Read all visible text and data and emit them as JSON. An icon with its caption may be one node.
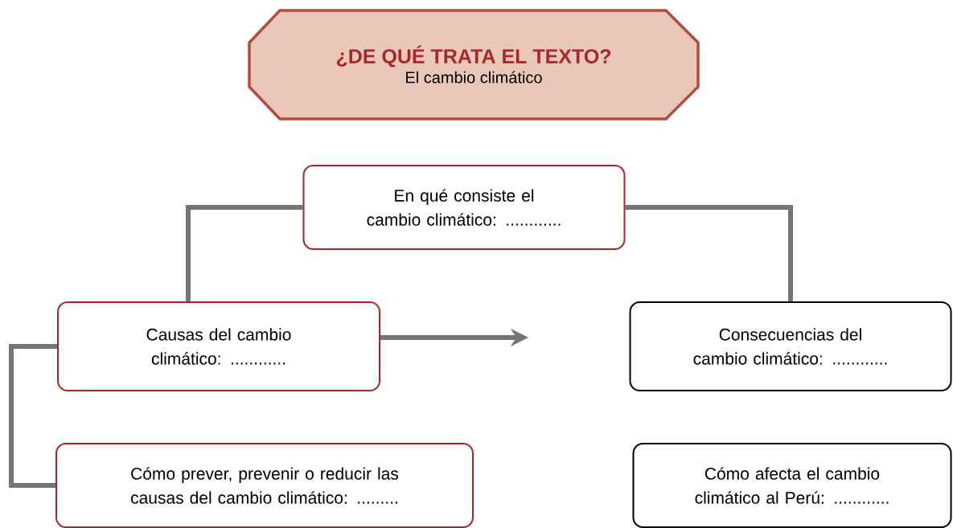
{
  "diagram": {
    "nodes": [
      {
        "text": [
          "¿DE QUÉ TRATA EL TEXTO?",
          "El cambio climático"
        ]
      },
      {
        "text": [
          "En qué consiste el cambio climático: ............"
        ]
      },
      {
        "text": [
          "Causas del cambio climático: ............"
        ]
      },
      {
        "text": [
          "Consecuencias del cambio climático: ............"
        ]
      },
      {
        "text": [
          "Cómo prever, prevenir o reducir las causas del cambio climático: ........."
        ]
      },
      {
        "text": [
          "Cómo afecta el cambio climático al Perú: ............"
        ]
      }
    ],
    "edges": [
      {
        "from": 1,
        "to": 2,
        "arrow": "none"
      },
      {
        "from": 1,
        "to": 3,
        "arrow": "none"
      },
      {
        "from": 2,
        "to": 4,
        "arrow": "none"
      },
      {
        "from": 2,
        "to": null,
        "arrow": "to"
      }
    ]
  }
}
